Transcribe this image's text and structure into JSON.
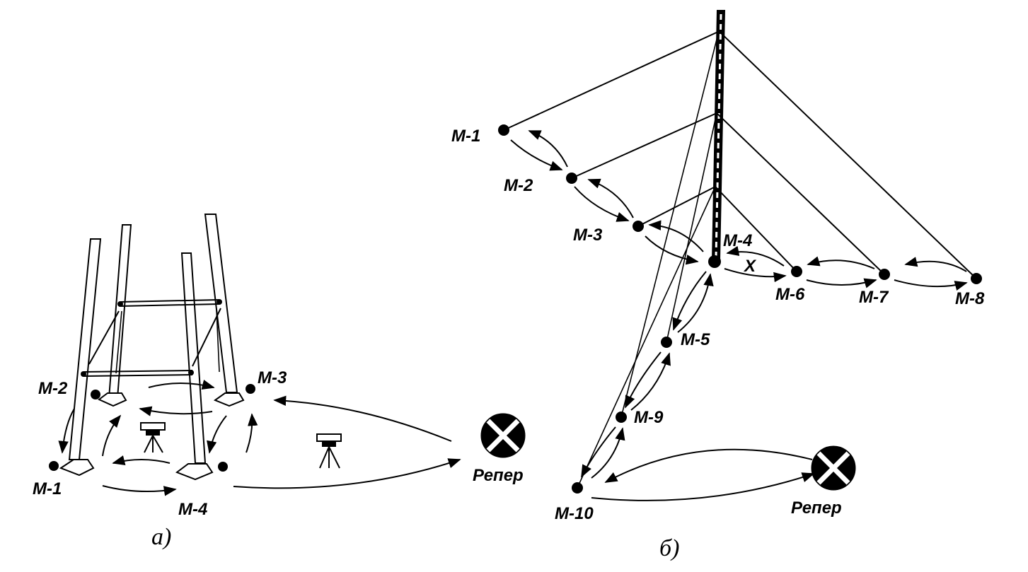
{
  "figure_a": {
    "caption": "а)",
    "labels": {
      "m1": "М-1",
      "m2": "М-2",
      "m3": "М-3",
      "m4": "М-4",
      "benchmark": "Репер"
    }
  },
  "figure_b": {
    "caption": "б)",
    "labels": {
      "m1": "М-1",
      "m2": "М-2",
      "m3": "М-3",
      "m4": "М-4",
      "m5": "М-5",
      "m6": "М-6",
      "m7": "М-7",
      "m8": "М-8",
      "m9": "М-9",
      "m10": "М-10",
      "x": "Х",
      "benchmark": "Репер"
    }
  }
}
